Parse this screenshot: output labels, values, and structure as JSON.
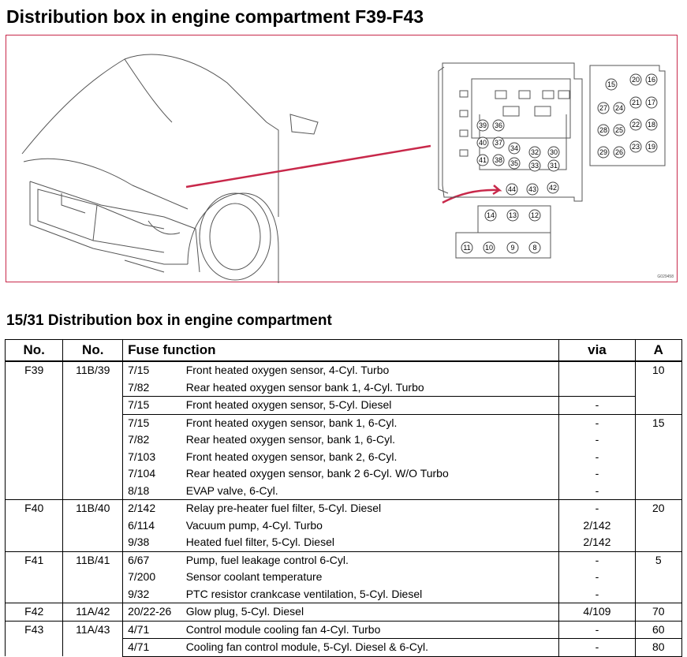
{
  "page_title": "Distribution box in engine compartment F39-F43",
  "figure": {
    "code": "G029458",
    "fuse_positions": {
      "main_box": [
        "39",
        "36",
        "40",
        "37",
        "34",
        "32",
        "30",
        "41",
        "38",
        "35",
        "33",
        "31",
        "44",
        "43",
        "42"
      ],
      "right_box": [
        "15",
        "20",
        "16",
        "27",
        "24",
        "21",
        "17",
        "28",
        "25",
        "22",
        "18",
        "29",
        "26",
        "23",
        "19"
      ],
      "lower_box": [
        "14",
        "13",
        "12",
        "11",
        "10",
        "9",
        "8"
      ]
    },
    "highlight_color": "#c8284a"
  },
  "section_title": "15/31 Distribution box in engine compartment",
  "table": {
    "headers": [
      "No.",
      "No.",
      "Fuse function",
      "via",
      "A"
    ],
    "rows": {
      "r1": {
        "no": "F39",
        "no2": "11B/39",
        "code": "7/15",
        "desc": "Front heated oxygen sensor, 4-Cyl. Turbo",
        "via": "",
        "a": "10"
      },
      "r2": {
        "code": "7/82",
        "desc": "Rear heated oxygen sensor bank 1, 4-Cyl. Turbo",
        "via": ""
      },
      "r3": {
        "code": "7/15",
        "desc": "Front heated oxygen sensor, 5-Cyl. Diesel",
        "via": "-"
      },
      "r4": {
        "code": "7/15",
        "desc": "Front heated oxygen sensor, bank 1, 6-Cyl.",
        "via": "-",
        "a": "15"
      },
      "r5": {
        "code": "7/82",
        "desc": "Rear heated oxygen sensor, bank 1, 6-Cyl.",
        "via": "-"
      },
      "r6": {
        "code": "7/103",
        "desc": "Front heated oxygen sensor, bank 2, 6-Cyl.",
        "via": "-"
      },
      "r7": {
        "code": "7/104",
        "desc": "Rear heated oxygen sensor, bank 2 6-Cyl. W/O Turbo",
        "via": "-"
      },
      "r8": {
        "code": "8/18",
        "desc": "EVAP valve, 6-Cyl.",
        "via": "-"
      },
      "r9": {
        "no": "F40",
        "no2": "11B/40",
        "code": "2/142",
        "desc": "Relay pre-heater fuel filter, 5-Cyl. Diesel",
        "via": "-",
        "a": "20"
      },
      "r10": {
        "code": "6/114",
        "desc": "Vacuum pump, 4-Cyl. Turbo",
        "via": "2/142"
      },
      "r11": {
        "code": "9/38",
        "desc": "Heated fuel filter, 5-Cyl. Diesel",
        "via": "2/142"
      },
      "r12": {
        "no": "F41",
        "no2": "11B/41",
        "code": "6/67",
        "desc": "Pump, fuel leakage control 6-Cyl.",
        "via": "-",
        "a": "5"
      },
      "r13": {
        "code": "7/200",
        "desc": "Sensor coolant temperature",
        "via": "-"
      },
      "r14": {
        "code": "9/32",
        "desc": "PTC resistor crankcase ventilation, 5-Cyl. Diesel",
        "via": "-"
      },
      "r15": {
        "no": "F42",
        "no2": "11A/42",
        "code": "20/22-26",
        "desc": "Glow plug, 5-Cyl. Diesel",
        "via": "4/109",
        "a": "70"
      },
      "r16": {
        "no": "F43",
        "no2": "11A/43",
        "code": "4/71",
        "desc": "Control module cooling fan 4-Cyl. Turbo",
        "via": "-",
        "a": "60"
      },
      "r17": {
        "code": "4/71",
        "desc": "Cooling fan control module, 5-Cyl. Diesel & 6-Cyl.",
        "via": "-",
        "a": "80"
      }
    }
  }
}
